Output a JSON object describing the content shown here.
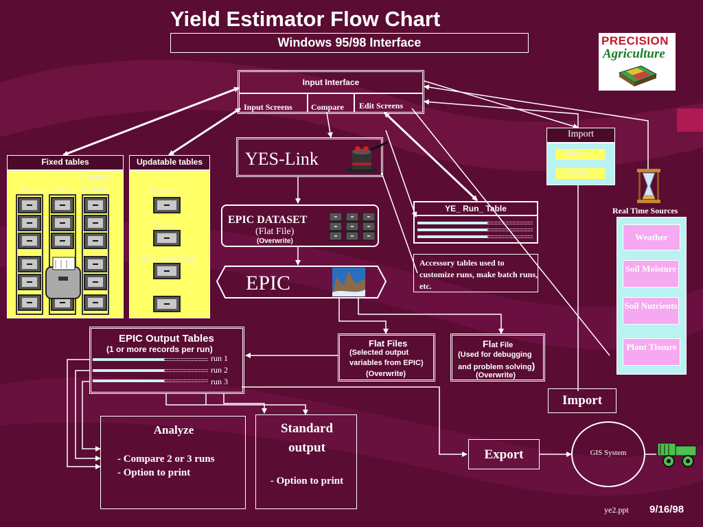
{
  "title": "Yield Estimator Flow Chart",
  "subtitle": "Windows 95/98 Interface",
  "logo": {
    "line1": "PRECISION",
    "line2": "Agriculture"
  },
  "input_interface": {
    "label": "Input  Interface",
    "tabs": [
      "Input Screens",
      "Compare",
      "Edit Screens"
    ]
  },
  "yes_link": "YES-Link",
  "epic_dataset": {
    "title": "EPIC DATASET",
    "sub": "(Flat File)",
    "note": "(Overwrite)"
  },
  "epic": "EPIC",
  "fixed_tables": {
    "header": "Fixed tables",
    "labels": [
      "Soils",
      "Climate",
      "Cropping",
      "System"
    ]
  },
  "updatable_tables": {
    "header": "Updatable tables",
    "labels": [
      "Economic",
      "Tillage",
      "Cropping System"
    ]
  },
  "yerun": {
    "header": "YE_ Run_ Table",
    "accessory": "Accessory tables used to customize runs, make batch runs,  etc."
  },
  "import_top": {
    "header": "Import",
    "items": [
      "Climate",
      "Economic"
    ]
  },
  "real_time": {
    "header": "Real Time Sources",
    "items": [
      "Weather",
      "Soil Moisture",
      "Soil Nutrients",
      "Plant Tissure"
    ]
  },
  "output_tables": {
    "title": "EPIC Output Tables",
    "sub": "(1 or more records per run)",
    "runs": [
      "run 1",
      "run 2",
      "run 3"
    ]
  },
  "flat_files_1": {
    "title": "Flat Files",
    "body": "Selected output variables from EPIC",
    "note": "(Overwrite)"
  },
  "flat_file_2": {
    "title_a": "Fl",
    "title_b": "at File",
    "body": "(Used for debugging and problem solving",
    "note": "(Overwrite)"
  },
  "analyze": {
    "title": "Analyze",
    "items": [
      "-  Compare 2 or 3 runs",
      "-  Option to print"
    ]
  },
  "standard_output": {
    "title": "Standard output",
    "note": "- Option to print"
  },
  "import_bottom": "Import",
  "export": "Export",
  "gis": "GIS System",
  "footer": {
    "file": "ye2.ppt",
    "date": "9/16/98"
  },
  "colors": {
    "background": "#5a0c33",
    "yellow_panel": "#ffff66",
    "cyan_panel": "#b8f2f2",
    "line": "#ffffff"
  }
}
